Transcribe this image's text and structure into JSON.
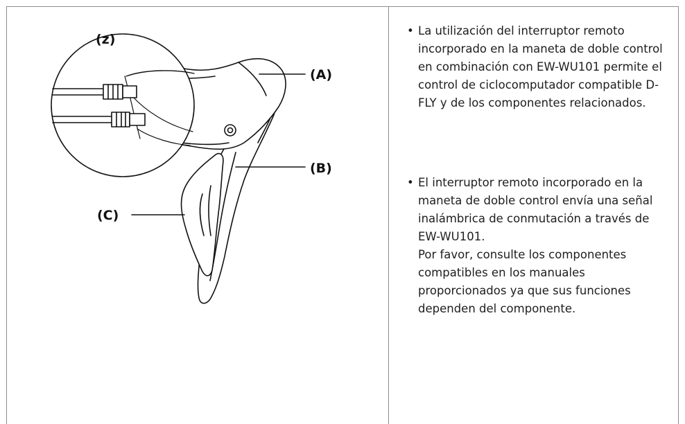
{
  "figure": {
    "labels": {
      "z": "(z)",
      "a": "(A)",
      "b": "(B)",
      "c": "(C)"
    }
  },
  "notes": {
    "bullet_glyph": "•",
    "items": [
      {
        "text": "La utilización del interruptor remoto incorporado en la maneta de doble control en combinación con EW-WU101 permite el control de ciclocomputador compatible D-FLY y de los componentes relacionados."
      },
      {
        "text": "El interruptor remoto incorporado en la maneta de doble control envía una señal inalámbrica de conmutación a través de EW-WU101.",
        "extra": "Por favor, consulte los componentes compatibles en los manuales proporcionados ya que sus funciones dependen del componente."
      }
    ]
  }
}
